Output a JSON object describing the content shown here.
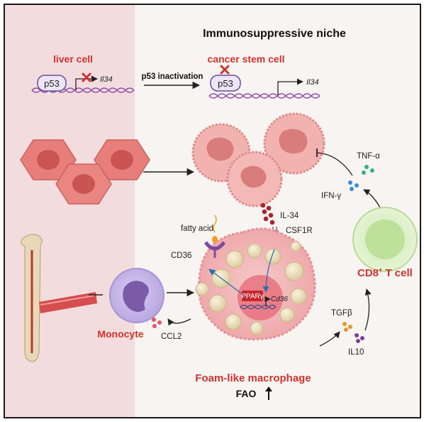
{
  "title": "Immunosuppressive niche",
  "liver_cell": {
    "label": "liver cell",
    "p53": "p53",
    "gene": "Il34"
  },
  "transition": {
    "label": "p53 inactivation"
  },
  "cancer_stem_cell": {
    "label": "cancer stem cell",
    "p53": "p53",
    "gene": "Il34"
  },
  "cytokines": {
    "tnf": "TNF-α",
    "ifn": "IFN-γ",
    "il34": "IL-34",
    "ccl2": "CCL2",
    "tgfb": "TGFβ",
    "il10": "IL10"
  },
  "receptors": {
    "csf1r": "CSF1R",
    "cd36": "CD36",
    "fatty_acid": "fatty acid"
  },
  "macrophage": {
    "ppar": "PPARγ",
    "cd36_gene": "Cd36",
    "label": "Foam-like macrophage",
    "fao": "FAO"
  },
  "cd8": {
    "label_main": "CD8",
    "label_sup": "+",
    "label_tail": " T cell"
  },
  "monocyte": {
    "label": "Monocyte"
  },
  "colors": {
    "accent_red": "#d0322e",
    "pink_panel": "#f3dcdd",
    "background": "#f7f4f1",
    "cell_red": "#e8807c",
    "tcell_green": "#d9f0c2"
  },
  "icons": [
    "x-mark-icon",
    "dna-strand-icon",
    "promoter-arrow-icon",
    "bone-icon",
    "blood-vessel-icon",
    "up-arrow-icon"
  ]
}
